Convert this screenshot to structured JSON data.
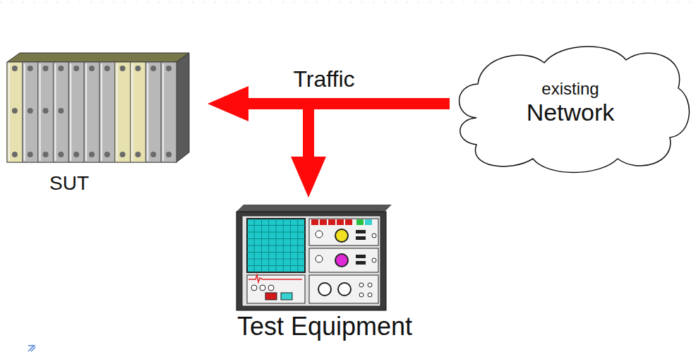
{
  "diagram": {
    "nodes": [
      {
        "text": [
          "SUT"
        ]
      },
      {
        "text": [
          "existing",
          "Network"
        ]
      },
      {
        "text": [
          "Test Equipment"
        ]
      }
    ],
    "edges": [
      {
        "from": 1,
        "to": 0,
        "arrow": "to",
        "label": "Traffic"
      },
      {
        "from": 1,
        "to": 2,
        "arrow": "to"
      }
    ]
  }
}
